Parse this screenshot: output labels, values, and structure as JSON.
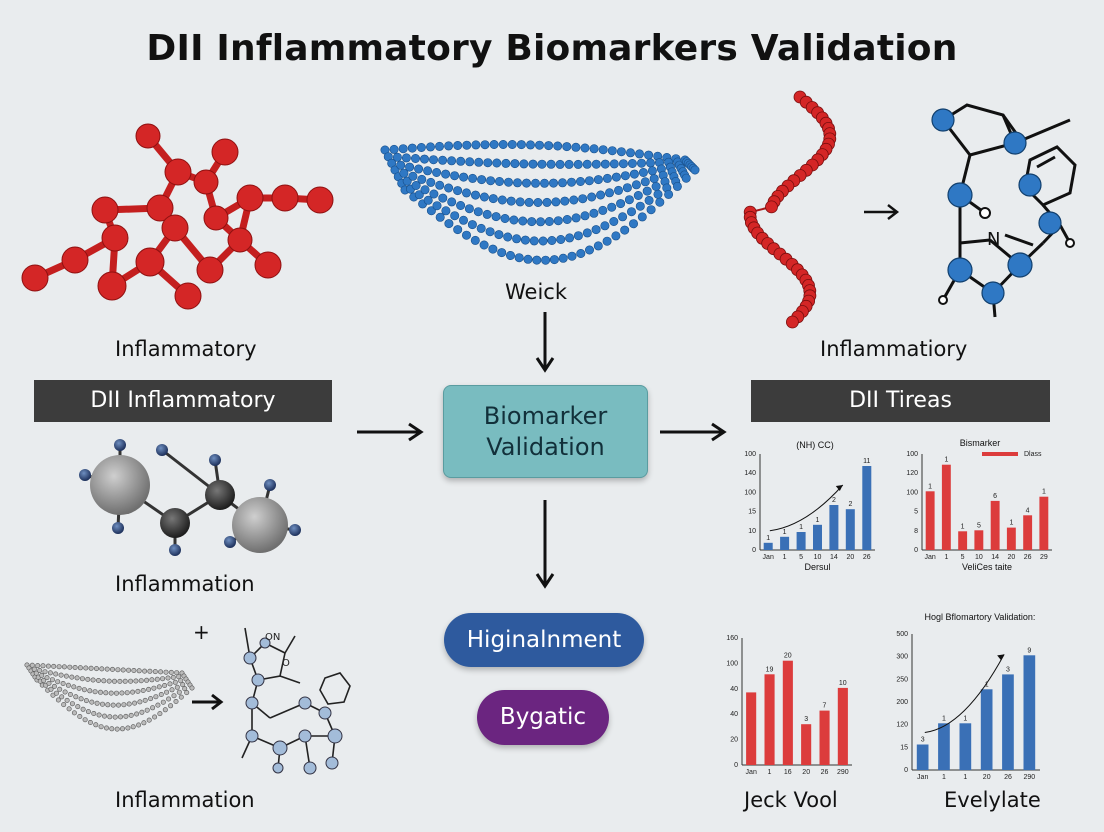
{
  "title": "DII Inflammatory Biomarkers Validation",
  "labels": {
    "top_left": "Inflammatory",
    "top_center": "Weick",
    "top_right": "Inflammatiory",
    "mid_left": "Inflammation",
    "bottom_left": "Inflammation",
    "plus": "+",
    "chem_on": "ON",
    "chem_o": "O",
    "chem_n": "N",
    "bottom_chart1": "Jeck Vool",
    "bottom_chart2": "Evelylate"
  },
  "boxes": {
    "left_header": "DII Inflammatory",
    "right_header": "DII Tireas",
    "center_line1": "Biomarker",
    "center_line2": "Validation",
    "pill_blue": "Higinalnment",
    "pill_purple": "Bygatic"
  },
  "colors": {
    "molecule_red": "#d42626",
    "molecule_blue": "#2f78c4",
    "center_box": "#79bcc0",
    "pill_blue": "#2e5a9e",
    "pill_purple": "#6b2580",
    "bar_blue": "#3a70b6",
    "bar_red": "#dc3c3c"
  },
  "chart_data": [
    {
      "type": "bar",
      "title": "(NH) CC)",
      "xlabel": "Dersul",
      "ylabel": "",
      "categories": [
        "Jan",
        "1",
        "5",
        "10",
        "14",
        "20",
        "26"
      ],
      "values": [
        12,
        22,
        30,
        42,
        75,
        68,
        140
      ],
      "data_labels": [
        "1",
        "1",
        "1",
        "1",
        "2",
        "2",
        "11"
      ],
      "y_ticks": [
        "100",
        "140",
        "100",
        "15",
        "10",
        "0"
      ],
      "ylim": [
        0,
        160
      ],
      "trend_arrow": true
    },
    {
      "type": "bar",
      "title": "Bismarker",
      "legend": "Dlass",
      "xlabel": "VeliCes taite",
      "ylabel": "",
      "categories": [
        "Jan",
        "1",
        "5",
        "10",
        "14",
        "20",
        "26",
        "29"
      ],
      "values": [
        110,
        160,
        35,
        37,
        92,
        42,
        65,
        100
      ],
      "data_labels": [
        "1",
        "1",
        "1",
        "5",
        "6",
        "1",
        "4",
        "1"
      ],
      "y_ticks": [
        "100",
        "120",
        "100",
        "5",
        "8",
        "0"
      ],
      "ylim": [
        0,
        180
      ]
    },
    {
      "type": "bar",
      "title": "",
      "xlabel": "",
      "ylabel": "",
      "categories": [
        "Jan",
        "1",
        "16",
        "20",
        "26",
        "290"
      ],
      "values": [
        80,
        100,
        115,
        45,
        60,
        85
      ],
      "data_labels": [
        "",
        "19",
        "20",
        "3",
        "7",
        "10"
      ],
      "y_ticks": [
        "160",
        "100",
        "40",
        "40",
        "20",
        "0"
      ],
      "ylim": [
        0,
        140
      ]
    },
    {
      "type": "bar",
      "title": "Hogl Bflomartory Validation:",
      "xlabel": "",
      "ylabel": "",
      "categories": [
        "Jan",
        "1",
        "1",
        "20",
        "26",
        "290"
      ],
      "values": [
        60,
        110,
        110,
        190,
        225,
        270
      ],
      "data_labels": [
        "3",
        "1",
        "1",
        "1",
        "3",
        "9"
      ],
      "y_ticks": [
        "500",
        "300",
        "250",
        "200",
        "120",
        "15",
        "0"
      ],
      "ylim": [
        0,
        320
      ],
      "trend_arrow": true
    }
  ]
}
